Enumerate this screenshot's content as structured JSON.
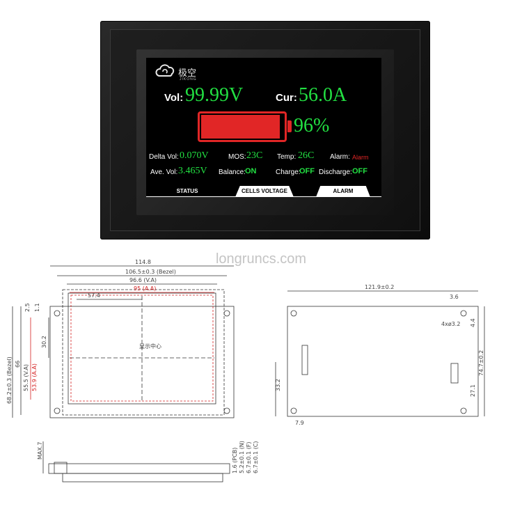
{
  "device": {
    "logo_cn": "极空",
    "logo_en": "JIKONG",
    "voltage_label": "Vol:",
    "voltage_value": "99.99V",
    "current_label": "Cur:",
    "current_value": "56.0A",
    "soc_percent": 96,
    "soc_text": "96%",
    "rows": {
      "delta_vol_label": "Delta Vol:",
      "delta_vol_value": "0.070V",
      "mos_label": "MOS:",
      "mos_value": "23C",
      "temp_label": "Temp:",
      "temp_value": "26C",
      "alarm_label": "Alarm:",
      "alarm_value": "Alarm",
      "ave_vol_label": "Ave. Vol:",
      "ave_vol_value": "3.465V",
      "balance_label": "Balance:",
      "balance_value": "ON",
      "charge_label": "Charge:",
      "charge_value": "OFF",
      "discharge_label": "Discharge:",
      "discharge_value": "OFF"
    },
    "tabs": [
      "STATUS",
      "CELLS VOLTAGE",
      "ALARM"
    ],
    "colors": {
      "value_green": "#22e042",
      "alarm_red": "#e12626",
      "screen_bg": "#000000"
    }
  },
  "watermark": "longruncs.com",
  "front_drawing": {
    "dims": {
      "overall_width": "114.8",
      "bezel_width": "106.5±0.3 (Bezel)",
      "va_width": "96.6 (V.A)",
      "aa_width": "95 (A.A)",
      "half_width": "57.4",
      "top_offset_1": "2.5",
      "top_offset_2": "1.1",
      "overall_height": "68.2±0.3 (Bezel)",
      "height_66": "66",
      "va_height": "55.5 (V.A)",
      "aa_height": "53.9 (A.A)",
      "half_height": "30.2",
      "center_label": "显示中心"
    }
  },
  "back_drawing": {
    "dims": {
      "width": "121.9±0.2",
      "hole_offset": "3.6",
      "holes": "4xø3.2",
      "right_small": "4.4",
      "height": "74.7±0.2",
      "lower_right": "27.1",
      "left_height": "33.2",
      "bottom_left": "7.9"
    }
  },
  "side_drawing": {
    "dims": {
      "max": "MAX.7",
      "pcb": "1.6 (PCB)",
      "n": "5.2±0.1 (N)",
      "f": "6.7±0.1 (F)",
      "c": "6.7±0.1 (C)"
    }
  }
}
